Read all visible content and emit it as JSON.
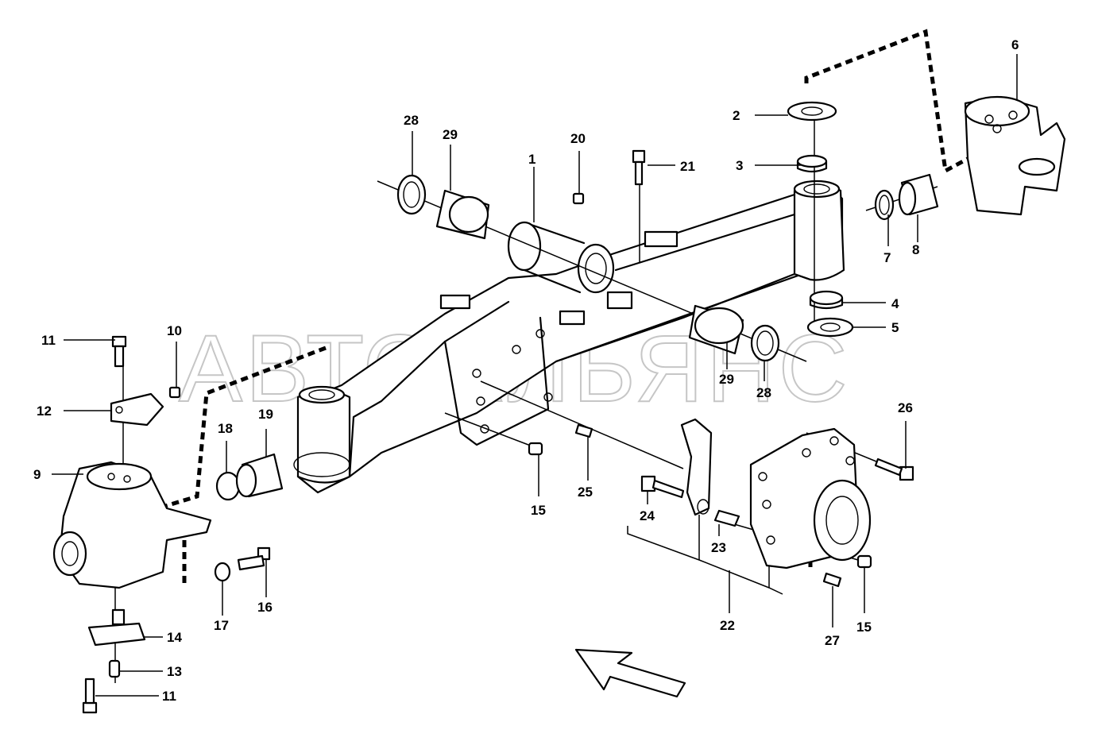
{
  "watermark": "АВТОАЛЬЯНС",
  "callouts": {
    "c1": "1",
    "c2": "2",
    "c3": "3",
    "c4": "4",
    "c5": "5",
    "c6": "6",
    "c7": "7",
    "c8": "8",
    "c9": "9",
    "c10": "10",
    "c11a": "11",
    "c11b": "11",
    "c12": "12",
    "c13": "13",
    "c14": "14",
    "c15a": "15",
    "c15b": "15",
    "c16": "16",
    "c17": "17",
    "c18": "18",
    "c19": "19",
    "c20": "20",
    "c21": "21",
    "c22": "22",
    "c23": "23",
    "c24": "24",
    "c25": "25",
    "c26": "26",
    "c27": "27",
    "c28a": "28",
    "c28b": "28",
    "c29a": "29",
    "c29b": "29"
  }
}
